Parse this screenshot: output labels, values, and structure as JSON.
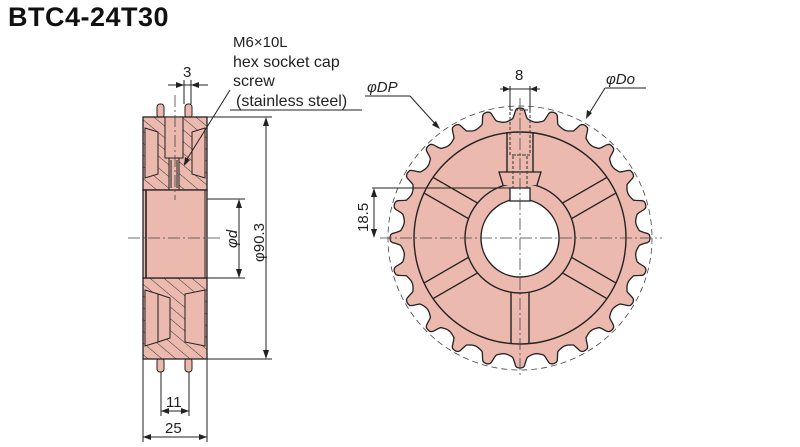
{
  "title": "BTC4-24T30",
  "colors": {
    "part_fill": "#ebb9ae",
    "line": "#222222"
  },
  "side_view": {
    "screw_spec": "M6×10L",
    "screw_line1": "hex socket cap",
    "screw_line2": "screw",
    "screw_line3": "(stainless steel)",
    "dim_pin_width": "3",
    "dim_bore": "φd",
    "dim_outer_diameter": "φ90.3",
    "dim_pin_spacing": "11",
    "dim_width": "25"
  },
  "front_view": {
    "dim_key_width": "8",
    "label_pitch_diameter": "φDP",
    "label_outer_diameter": "φDo",
    "dim_key_height": "18.5",
    "teeth": 24
  }
}
